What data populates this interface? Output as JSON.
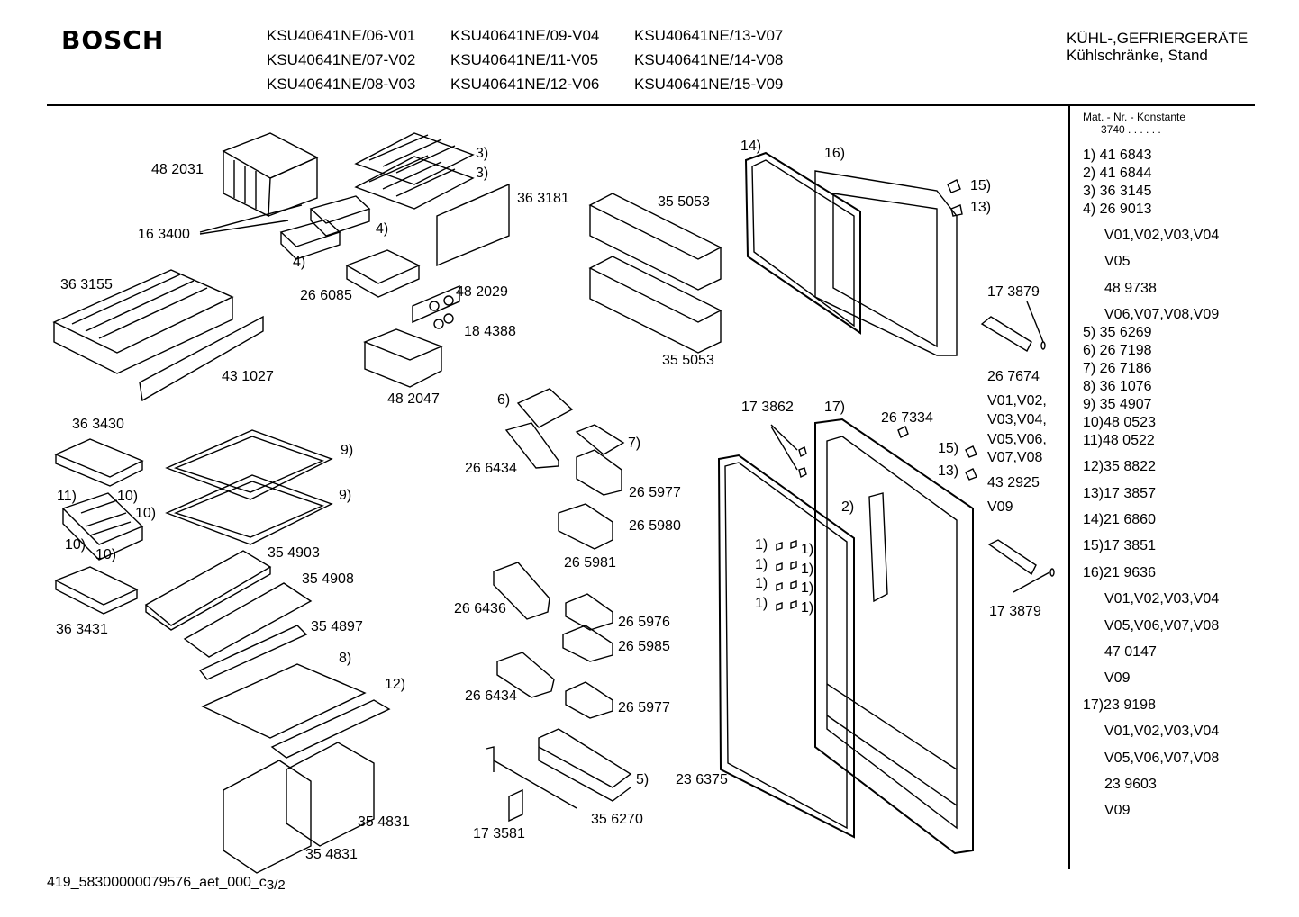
{
  "header": {
    "brand": "BOSCH",
    "models": [
      "KSU40641NE/06-V01",
      "KSU40641NE/09-V04",
      "KSU40641NE/13-V07",
      "KSU40641NE/07-V02",
      "KSU40641NE/11-V05",
      "KSU40641NE/14-V08",
      "KSU40641NE/08-V03",
      "KSU40641NE/12-V06",
      "KSU40641NE/15-V09"
    ],
    "category_line1": "KÜHL-,GEFRIERGERÄTE",
    "category_line2": "Kühlschränke, Stand"
  },
  "legend": {
    "header1": "Mat. - Nr. - Konstante",
    "header2": "3740 . . . . . .",
    "rows": [
      "1) 41 6843",
      "2) 41 6844",
      "3) 36 3145",
      "4) 26 9013",
      "V01,V02,V03,V04",
      "V05",
      "48 9738",
      "V06,V07,V08,V09",
      "5) 35 6269",
      "6) 26 7198",
      "7) 26 7186",
      "8) 36 1076",
      "9) 35 4907",
      "10)48 0523",
      "11)48 0522",
      "12)35 8822",
      "13)17 3857",
      "14)21 6860",
      "15)17 3851",
      "16)21 9636",
      "V01,V02,V03,V04",
      "V05,V06,V07,V08",
      "47 0147",
      "V09",
      "17)23 9198",
      "V01,V02,V03,V04",
      "V05,V06,V07,V08",
      "23 9603",
      "V09"
    ]
  },
  "parts": [
    "48 2031",
    "3)",
    "3)",
    "36 3181",
    "35 5053",
    "14)",
    "16)",
    "15)",
    "13)",
    "16 3400",
    "4)",
    "4)",
    "26 6085",
    "48 2029",
    "18 4388",
    "36 3155",
    "17 3879",
    "43 1027",
    "48 2047",
    "35 5053",
    "26 7674",
    "V01,V02,",
    "V03,V04,",
    "V05,V06,",
    "V07,V08",
    "43 2925",
    "V09",
    "36 3430",
    "6)",
    "7)",
    "17 3862",
    "17)",
    "26 7334",
    "15)",
    "13)",
    "9)",
    "9)",
    "11)",
    "10)",
    "10)",
    "10)",
    "10)",
    "26 6434",
    "26 5977",
    "2)",
    "26 5980",
    "35 4903",
    "26 5981",
    "35 4908",
    "1)",
    "1)",
    "1)",
    "1)",
    "1)",
    "1)",
    "1)",
    "1)",
    "36 3431",
    "26 6436",
    "35 4897",
    "26 5976",
    "17 3879",
    "26 5985",
    "8)",
    "12)",
    "26 6434",
    "26 5977",
    "5)",
    "23 6375",
    "35 4831",
    "35 6270",
    "17 3581",
    "35 4831"
  ],
  "footer": {
    "code": "419_58300000079576_aet_000_c",
    "page": "3/2"
  }
}
